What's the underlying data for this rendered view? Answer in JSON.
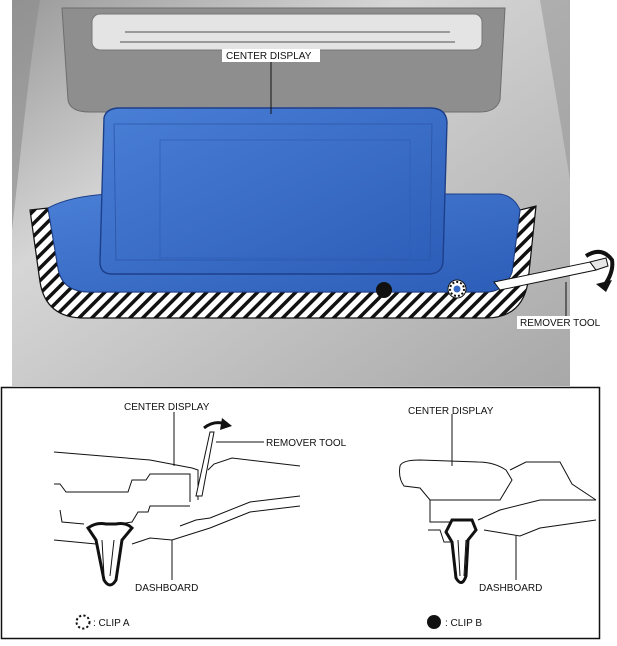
{
  "top_view": {
    "center_display_label": "CENTER DISPLAY",
    "remover_tool_label": "REMOVER TOOL"
  },
  "detail_a": {
    "center_display_label": "CENTER DISPLAY",
    "remover_tool_label": "REMOVER TOOL",
    "dashboard_label": "DASHBOARD"
  },
  "detail_b": {
    "center_display_label": "CENTER DISPLAY",
    "dashboard_label": "DASHBOARD"
  },
  "legend": {
    "clip_a": ": CLIP A",
    "clip_b": ": CLIP B"
  },
  "colors": {
    "display_blue": "#3568c4",
    "display_blue_dark": "#1d3f8a",
    "dash_gray": "#b9b9b9"
  }
}
